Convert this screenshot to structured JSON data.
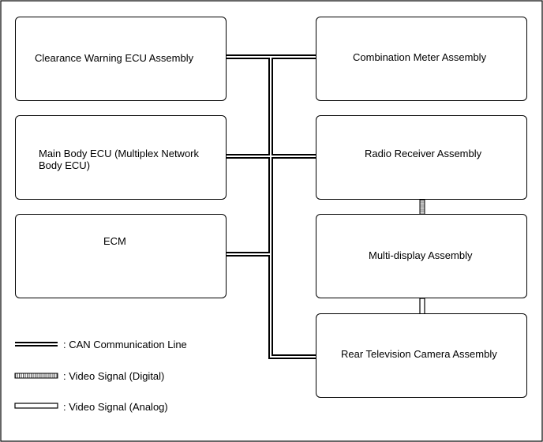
{
  "components": {
    "clearance_warning_ecu": "Clearance Warning ECU Assembly",
    "main_body_ecu_line1": "Main Body ECU (Multiplex Network",
    "main_body_ecu_line2": "Body ECU)",
    "ecm": "ECM",
    "combination_meter": "Combination Meter Assembly",
    "radio_receiver": "Radio Receiver Assembly",
    "multi_display": "Multi-display Assembly",
    "rear_tv_camera": "Rear Television Camera Assembly"
  },
  "legend": {
    "can_line": ": CAN Communication Line",
    "video_digital": ": Video Signal (Digital)",
    "video_analog": ": Video Signal (Analog)"
  },
  "colors": {
    "line": "#000000",
    "background": "#ffffff"
  }
}
